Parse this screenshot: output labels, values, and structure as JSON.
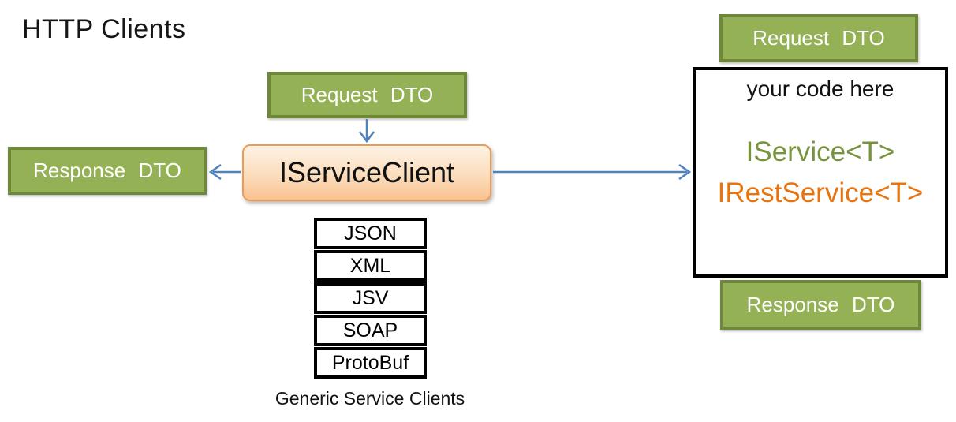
{
  "title": "HTTP Clients",
  "colors": {
    "green_fill": "#95B156",
    "green_border": "#6E873A",
    "green_text": "#77933C",
    "orange_border": "#EC9D55",
    "orange_grad_top": "#FDF2E4",
    "orange_grad_bottom": "#F9C291",
    "orange_text": "#E8740F",
    "arrow_blue": "#4F81BD"
  },
  "client": {
    "request_dto": "Request DTO",
    "response_dto": "Response DTO",
    "service_client": "IServiceClient",
    "formats": [
      "JSON",
      "XML",
      "JSV",
      "SOAP",
      "ProtoBuf"
    ],
    "formats_caption": "Generic Service Clients"
  },
  "server": {
    "request_dto": "Request DTO",
    "response_dto": "Response DTO",
    "code_box_title": "your code here",
    "iservice": "IService<T>",
    "irestservice": "IRestService<T>"
  }
}
